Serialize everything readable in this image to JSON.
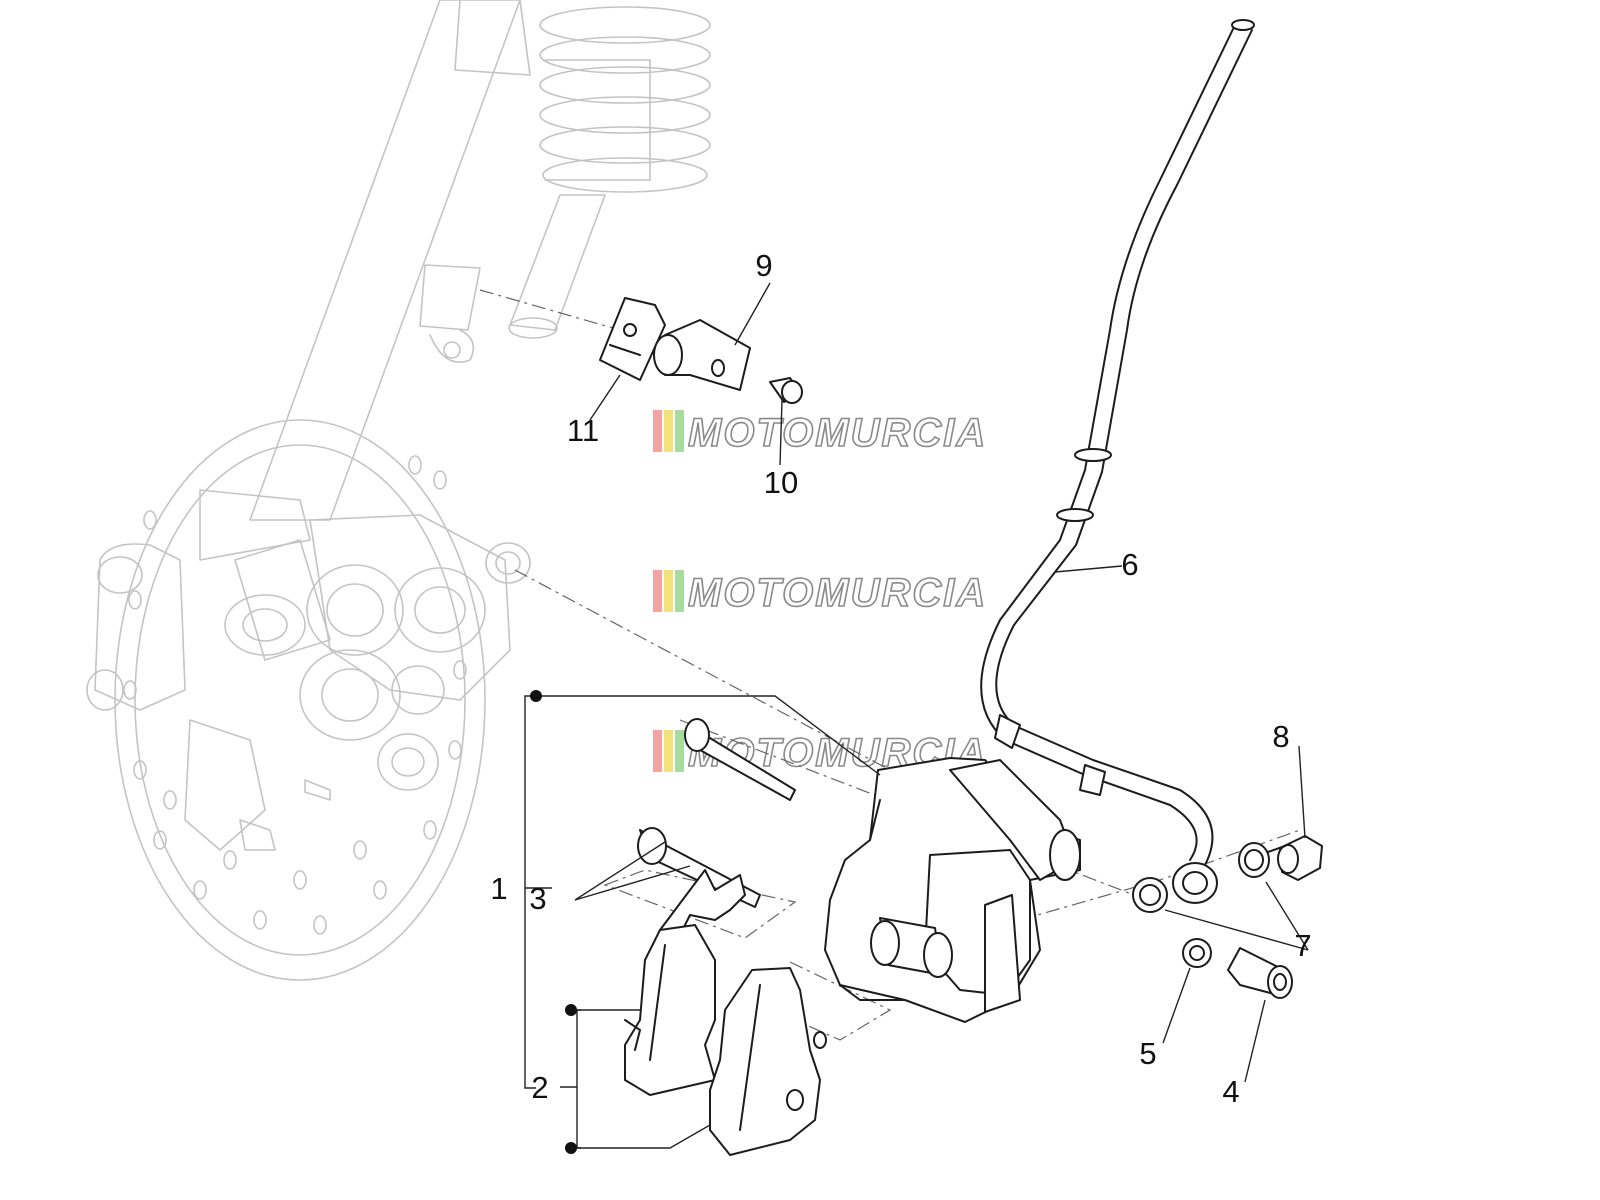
{
  "callouts": {
    "c1": "1",
    "c2": "2",
    "c3": "3",
    "c4": "4",
    "c5": "5",
    "c6": "6",
    "c7": "7",
    "c8": "8",
    "c9": "9",
    "c10": "10",
    "c11": "11"
  },
  "watermark": {
    "text": "MOTOMURCIA",
    "stripe_colors": [
      "#f4a3a3",
      "#f3e27a",
      "#a8dba0"
    ]
  },
  "colors": {
    "ghost_lines": "#c4c4c4",
    "part_lines": "#1c1c1c",
    "leader_lines": "#222222"
  }
}
